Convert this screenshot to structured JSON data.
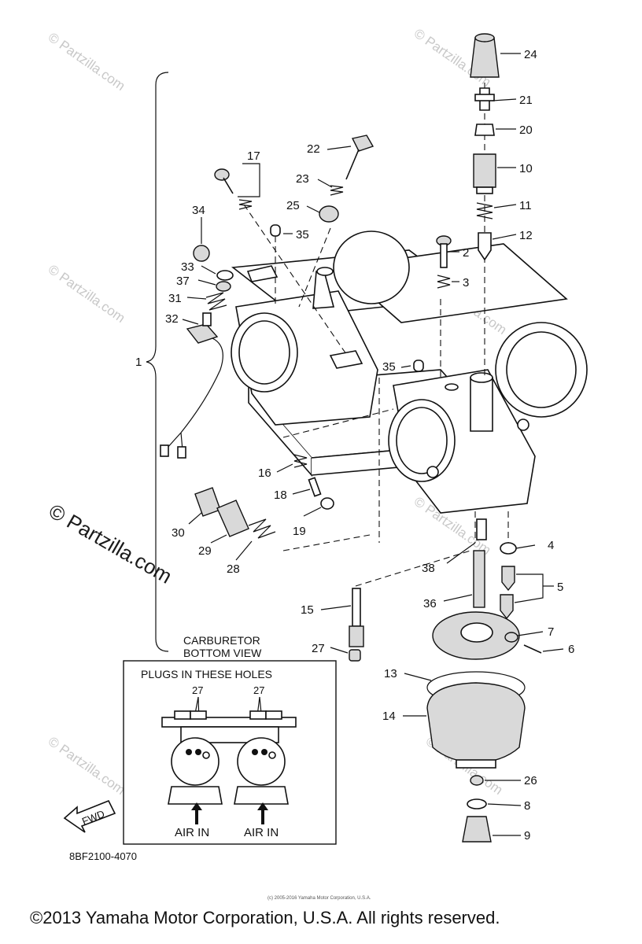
{
  "watermarks": {
    "corner": "© Partzilla.com",
    "main": "© Partzilla.com"
  },
  "diagram": {
    "code": "8BF2100-4070",
    "assembly_label": "1",
    "bottom_view": {
      "heading_line1": "CARBURETOR",
      "heading_line2": "BOTTOM VIEW",
      "box_title": "PLUGS IN THESE HOLES",
      "left_callout": "27",
      "right_callout": "27",
      "air_left": "AIR IN",
      "air_right": "AIR IN"
    },
    "fwd_arrow": "FWD",
    "labels": {
      "l24": "24",
      "l21": "21",
      "l20": "20",
      "l10": "10",
      "l11": "11",
      "l12": "12",
      "l2": "2",
      "l3": "3",
      "l22": "22",
      "l17": "17",
      "l23": "23",
      "l25": "25",
      "l34": "34",
      "l35a": "35",
      "l33": "33",
      "l37": "37",
      "l31": "31",
      "l32": "32",
      "l35b": "35",
      "l16": "16",
      "l18": "18",
      "l19": "19",
      "l30": "30",
      "l29": "29",
      "l28": "28",
      "l4": "4",
      "l38": "38",
      "l5": "5",
      "l36": "36",
      "l15": "15",
      "l7": "7",
      "l6": "6",
      "l27": "27",
      "l13": "13",
      "l14": "14",
      "l26": "26",
      "l8": "8",
      "l9": "9"
    }
  },
  "footer": {
    "copyright": "©2013 Yamaha Motor Corporation, U.S.A. All rights reserved.",
    "tiny": "(c) 2005-2016 Yamaha Motor Corporation, U.S.A."
  },
  "colors": {
    "ink": "#111111",
    "watermark": "#c8c8c8",
    "background": "#ffffff"
  }
}
